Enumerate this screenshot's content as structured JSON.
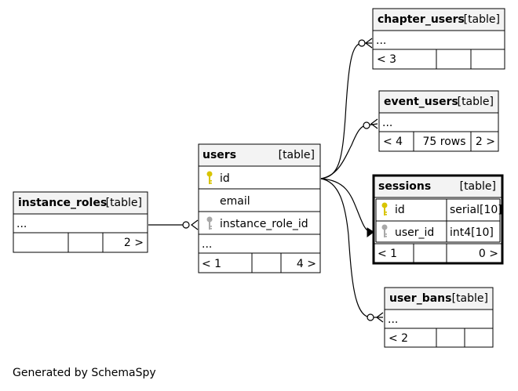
{
  "tables": {
    "chapter_users": {
      "name": "chapter_users",
      "type": "[table]",
      "body": "...",
      "footer": [
        "< 3",
        "",
        ""
      ]
    },
    "event_users": {
      "name": "event_users",
      "type": "[table]",
      "body": "...",
      "footer": [
        "< 4",
        "75 rows",
        "2 >"
      ]
    },
    "users": {
      "name": "users",
      "type": "[table]",
      "columns": [
        {
          "name": "id",
          "key": "primary"
        },
        {
          "name": "email",
          "key": "none"
        },
        {
          "name": "instance_role_id",
          "key": "foreign"
        }
      ],
      "more": "...",
      "footer": [
        "< 1",
        "",
        "4 >"
      ]
    },
    "instance_roles": {
      "name": "instance_roles",
      "type": "[table]",
      "body": "...",
      "footer": [
        "",
        "",
        "2 >"
      ]
    },
    "sessions": {
      "name": "sessions",
      "type": "[table]",
      "columns": [
        {
          "name": "id",
          "datatype": "serial[10]",
          "key": "primary"
        },
        {
          "name": "user_id",
          "datatype": "int4[10]",
          "key": "foreign"
        }
      ],
      "footer": [
        "< 1",
        "",
        "0 >"
      ]
    },
    "user_bans": {
      "name": "user_bans",
      "type": "[table]",
      "body": "...",
      "footer": [
        "< 2",
        "",
        ""
      ]
    }
  },
  "colors": {
    "primary_key": "#d8c400",
    "foreign_key": "#a8a8a8",
    "header": "#f3f3f3",
    "line": "#000000"
  },
  "icons": {
    "primary_key": "gold-key-icon",
    "foreign_key": "gray-key-icon"
  },
  "footer_text": "Generated by SchemaSpy"
}
